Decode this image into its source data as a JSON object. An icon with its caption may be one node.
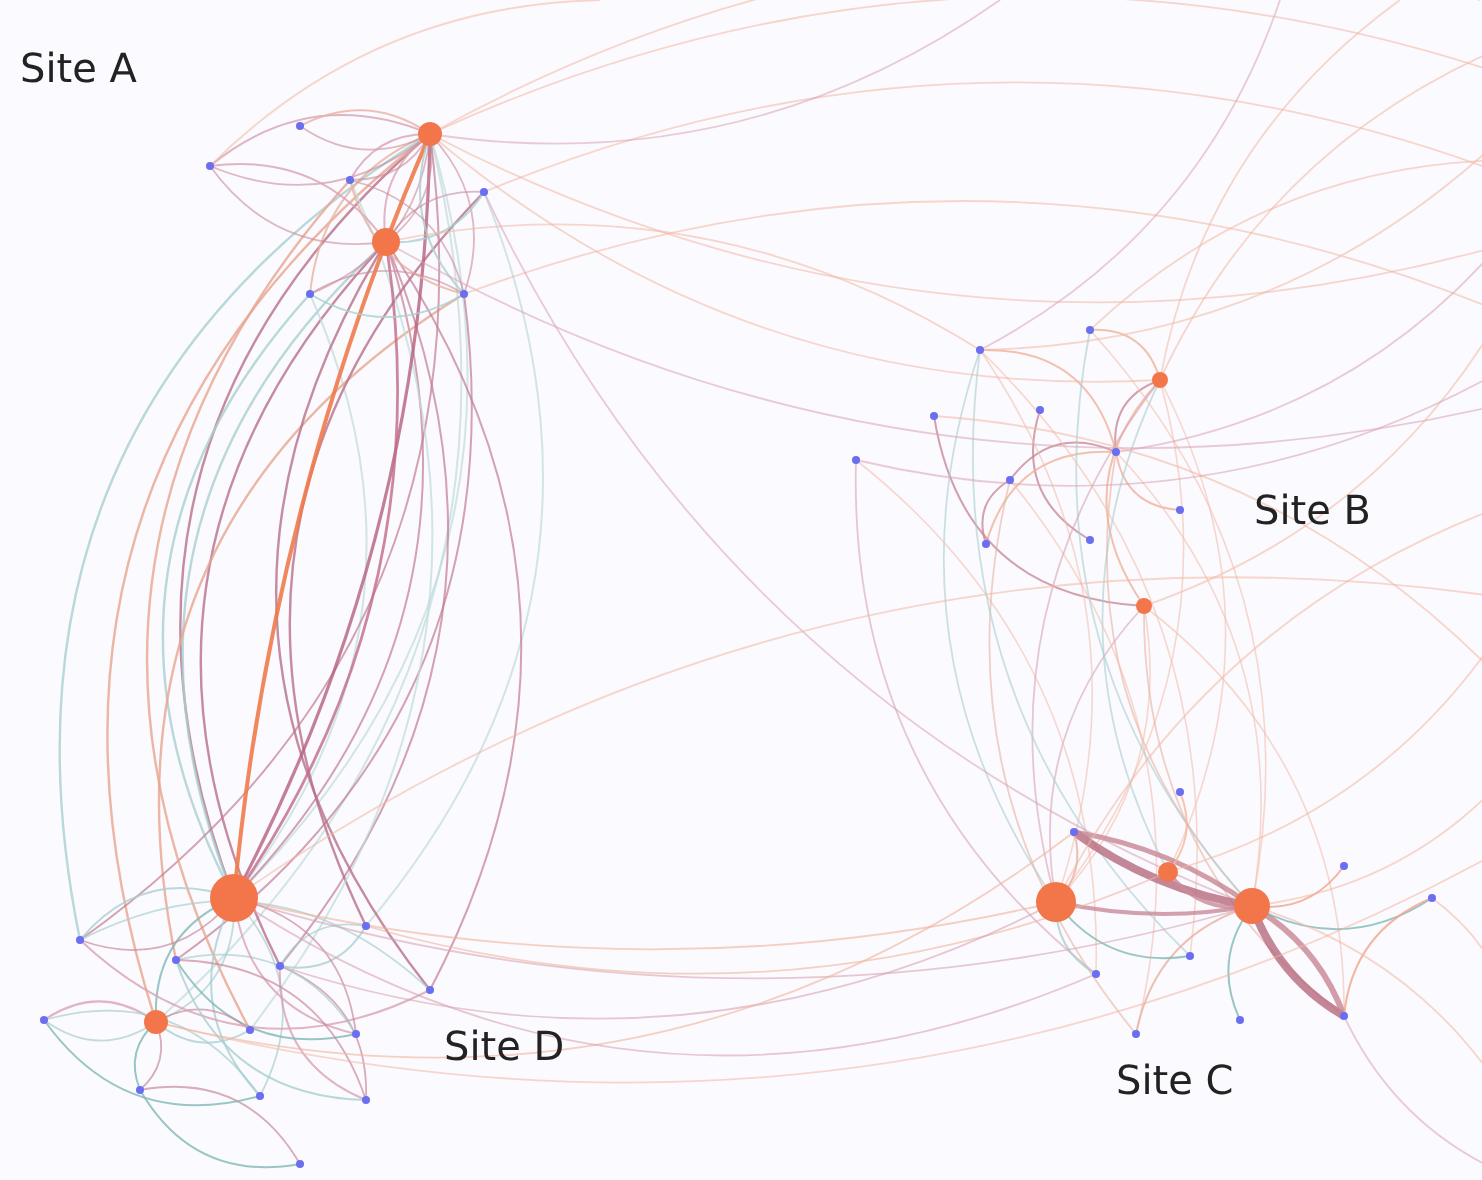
{
  "diagram": {
    "labels": [
      "Site A",
      "Site B",
      "Site C",
      "Site D"
    ]
  }
}
